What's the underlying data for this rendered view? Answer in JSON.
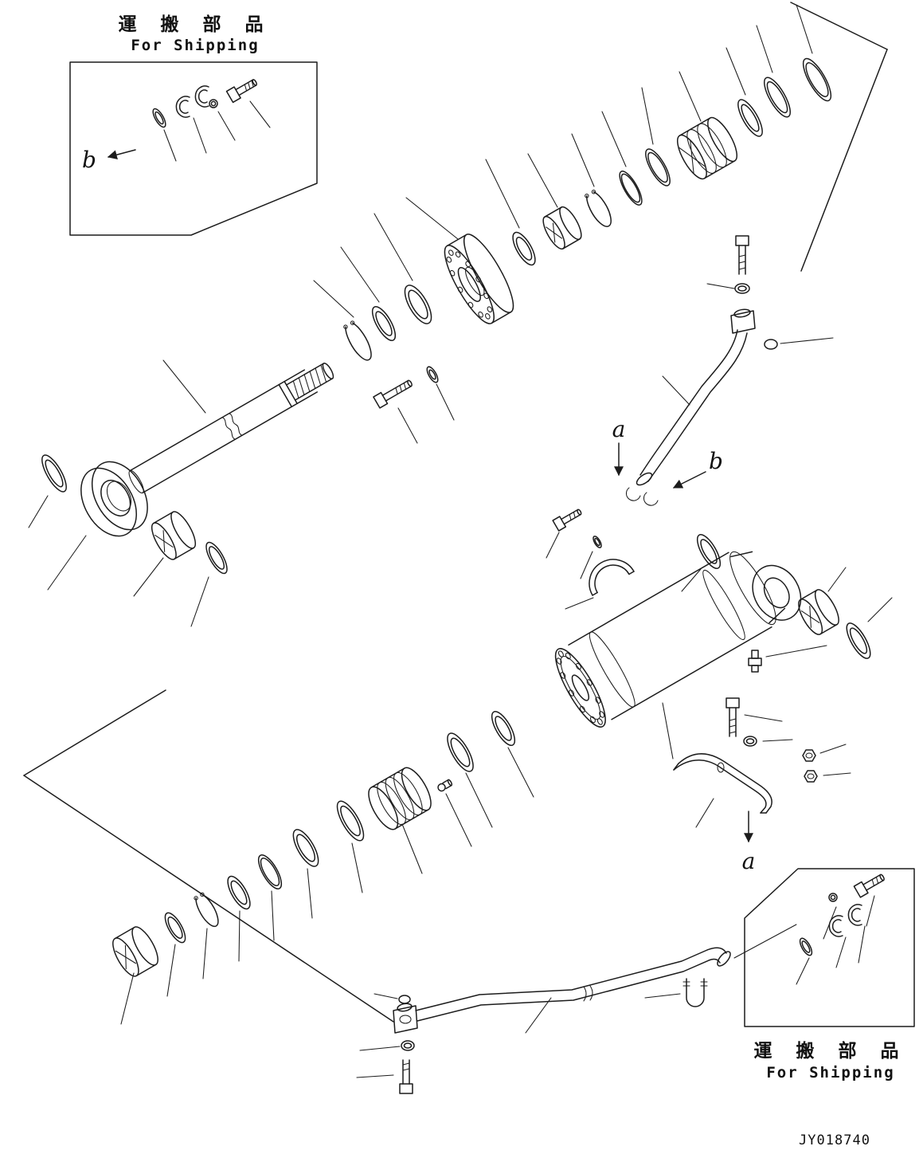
{
  "drawing": {
    "number": "JY018740"
  },
  "insets": {
    "top": {
      "title_jp": "運 搬 部 品",
      "title_en": "For Shipping",
      "view_label": "b"
    },
    "bottom": {
      "title_jp": "運 搬 部 品",
      "title_en": "For Shipping"
    }
  },
  "labels": {
    "pipe_a": "a",
    "pipe_b": "b",
    "clamp_a": "a"
  },
  "colors": {
    "line": "#1c1c1c",
    "background": "#ffffff"
  }
}
